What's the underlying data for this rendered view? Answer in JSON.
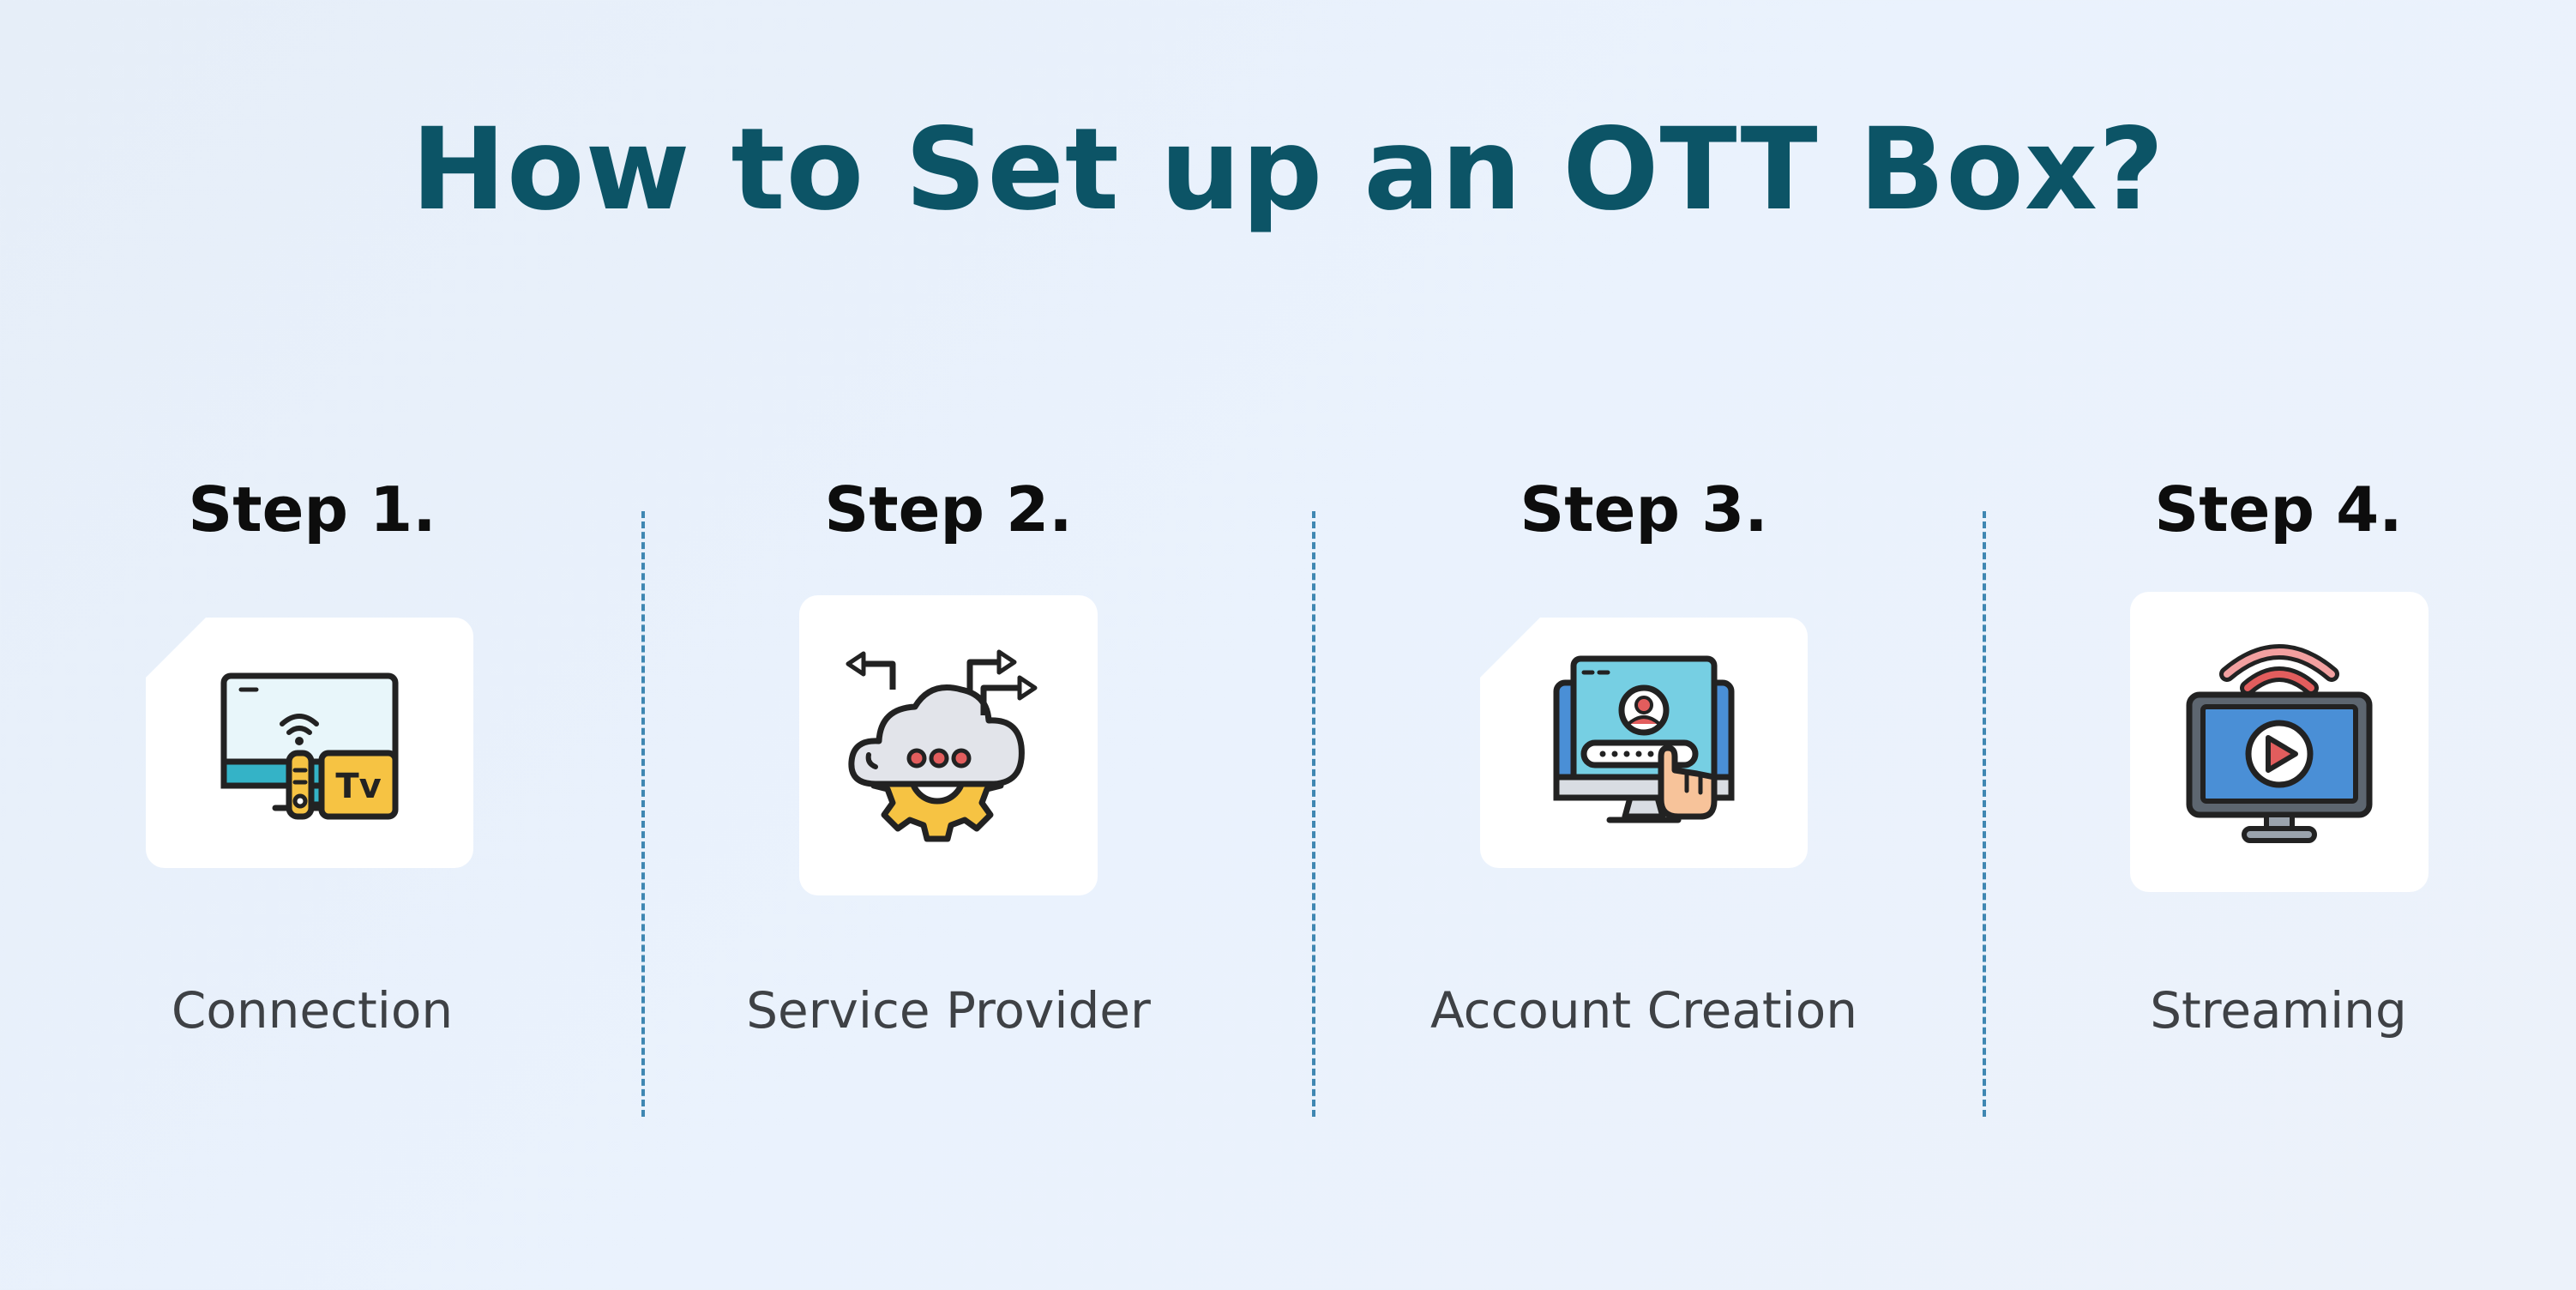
{
  "title": "How to Set up an OTT Box?",
  "steps": [
    {
      "label": "Step 1.",
      "caption": "Connection",
      "icon": "tv-box-connection-icon"
    },
    {
      "label": "Step 2.",
      "caption": "Service Provider",
      "icon": "cloud-gear-icon"
    },
    {
      "label": "Step 3.",
      "caption": "Account Creation",
      "icon": "monitor-login-icon"
    },
    {
      "label": "Step 4.",
      "caption": "Streaming",
      "icon": "streaming-tv-icon"
    }
  ],
  "colors": {
    "title": "#0c5466",
    "label": "#0d0d0d",
    "caption": "#3e4145",
    "divider": "#3f87b2",
    "card": "#ffffff",
    "accent_yellow": "#f6c343",
    "accent_teal": "#34b3c7",
    "accent_blue": "#4a8fd6",
    "accent_red": "#e25d5d"
  }
}
